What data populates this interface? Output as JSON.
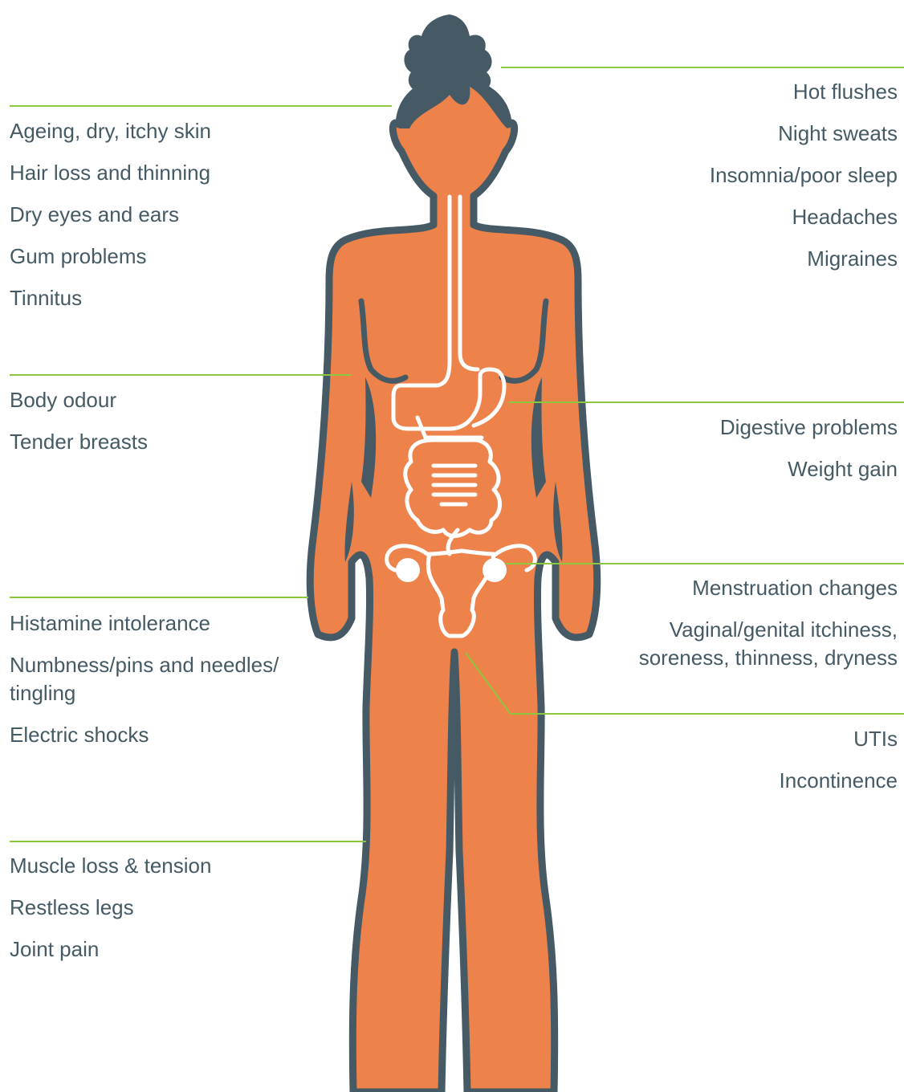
{
  "colors": {
    "body_fill": "#ee824b",
    "outline": "#455a64",
    "organs": "#ffffff",
    "leader_lines": "#8dc63f",
    "text": "#455a64"
  },
  "icons": {
    "figure": "female-body-silhouette-icon",
    "digestive": "digestive-system-icon",
    "reproductive": "uterus-icon"
  },
  "groups": {
    "head_left": [
      "Ageing, dry, itchy skin",
      "Hair loss and thinning",
      "Dry eyes and ears",
      "Gum problems",
      "Tinnitus"
    ],
    "head_right": [
      "Hot flushes",
      "Night sweats",
      "Insomnia/poor sleep",
      "Headaches",
      "Migraines"
    ],
    "chest_left": [
      "Body odour",
      "Tender breasts"
    ],
    "digestive_right": [
      "Digestive problems",
      "Weight gain"
    ],
    "reproductive_right": [
      "Menstruation changes",
      "Vaginal/genital itchiness,",
      "soreness, thinness, dryness"
    ],
    "nervous_left": [
      "Histamine intolerance",
      "Numbness/pins and needles/",
      "tingling",
      "Electric shocks"
    ],
    "urinary_right": [
      "UTIs",
      "Incontinence"
    ],
    "muscle_left": [
      "Muscle loss & tension",
      "Restless legs",
      "Joint pain"
    ]
  }
}
